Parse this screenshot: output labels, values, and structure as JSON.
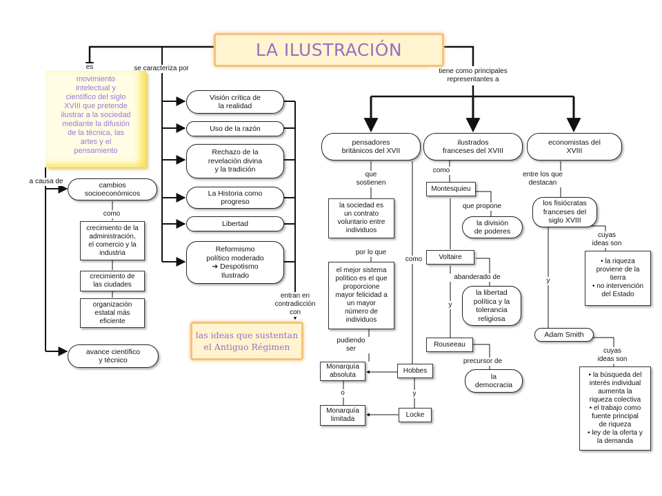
{
  "title": "LA ILUSTRACIÓN",
  "links": {
    "es": "es",
    "se_caracteriza_por": "se caracteriza por",
    "tiene_representantes": "tiene como principales\nrepresentantes a",
    "a_causa_de": "a causa de",
    "como_causes": "como",
    "entran_en": "entran en\ncontradicción\ncon",
    "que_sostienen": "que\nsostienen",
    "por_lo_que": "por lo que",
    "pudiendo_ser": "pudiendo\nser",
    "o": "o",
    "como_brit": "como",
    "y_hl": "y",
    "como_fr": "como",
    "que_propone": "que propone",
    "abanderado_de": "abanderado de",
    "y_vr": "y",
    "precursor_de": "precursor de",
    "entre_los_que": "entre los que\ndestacan",
    "cuyas_ideas_1": "cuyas\nideas son",
    "y_ad": "y",
    "cuyas_ideas_2": "cuyas\nideas son"
  },
  "definition": "movimiento\nintelectual y\ncientífico del siglo\nXVIII que pretende\nilustrar a la sociedad\nmediante la difusión\nde la técnica, las\nartes y el\npensamiento",
  "characteristics": [
    "Visión crítica de\nla realidad",
    "Uso de la razón",
    "Rechazo de la\nrevelación divina\ny la tradición",
    "La Historia como\nprogreso",
    "Libertad",
    "Reformismo\npolítico moderado\n➔ Despotismo\nIlustrado"
  ],
  "ideas_antiguo_regimen": "las ideas que sustentan\nel Antiguo Régimen",
  "causes": {
    "cambios": "cambios\nsocioeconómicos",
    "crecimiento_admin": "crecimiento de la\nadministración,\nel comercio y la\nindustria",
    "crecimiento_ciudades": "crecimiento de\nlas ciudades",
    "organizacion": "organización\nestatal más\neficiente",
    "avance": "avance científico\ny técnico"
  },
  "british": {
    "header": "pensadores\nbritánicos del XVII",
    "contrato": "la sociedad es\nun contrato\nvoluntario entre\nindividuos",
    "sistema": "el mejor sistema\npolítico es el que\nproporcione\nmayor felicidad a\nun mayor\nnúmero de\nindividuos",
    "absoluta": "Monarquía\nabsoluta",
    "limitada": "Monarquía\nlimitada",
    "hobbes": "Hobbes",
    "locke": "Locke"
  },
  "french": {
    "header": "ilustrados\nfranceses del XVIII",
    "montesquieu": "Montesquieu",
    "division": "la división\nde poderes",
    "voltaire": "Voltaire",
    "libertad": "la libertad\npolítica y la\ntolerancia\nreligiosa",
    "rousseau": "Rouseeau",
    "democracia": "la\ndemocracia"
  },
  "economists": {
    "header": "economistas del\nXVIII",
    "fisiocratas": "los fisiócratas\nfranceses del\nsiglo XVIII",
    "fisio_ideas": "• la riqueza\nproviene de la\ntierra\n• no intervención\ndel Estado",
    "smith": "Adam Smith",
    "smith_ideas": "• la búsqueda del\ninterés individual\naumenta la\nriqueza colectiva\n• el trabajo como\nfuente principal\nde riqueza\n• ley de la oferta y\nla demanda"
  },
  "colors": {
    "title_fill": "#fff4cf",
    "title_border": "#f5c27a",
    "title_text": "#9a6ec2",
    "sticky_text": "#9a75dd"
  }
}
